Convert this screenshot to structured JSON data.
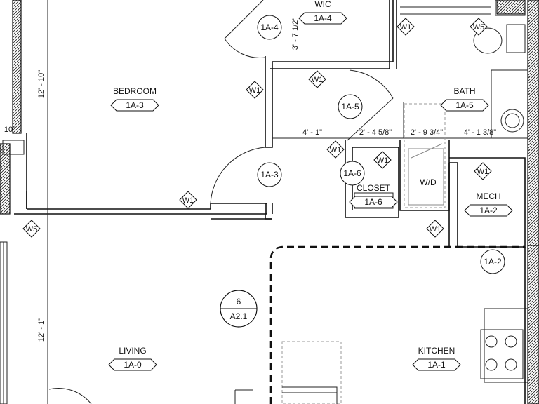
{
  "rooms": [
    {
      "key": "bedroom",
      "name": "BEDROOM",
      "tag": "1A-3"
    },
    {
      "key": "wic",
      "name": "WIC",
      "tag": "1A-4"
    },
    {
      "key": "bath",
      "name": "BATH",
      "tag": "1A-5"
    },
    {
      "key": "closet",
      "name": "CLOSET",
      "tag": "1A-6"
    },
    {
      "key": "mech",
      "name": "MECH",
      "tag": "1A-2"
    },
    {
      "key": "living",
      "name": "LIVING",
      "tag": "1A-0"
    },
    {
      "key": "kitchen",
      "name": "KITCHEN",
      "tag": "1A-1"
    }
  ],
  "door_tags": [
    "1A-4",
    "1A-5",
    "1A-3",
    "1A-6",
    "1A-2"
  ],
  "wall_tags": [
    "W1",
    "W5"
  ],
  "dimensions": [
    "3' - 7 1/2\"",
    "12' - 10\"",
    "12' - 1\"",
    "10\"",
    "4' - 1\"",
    "2' - 4 5/8\"",
    "2' - 9 3/4\"",
    "4' - 1 3/8\""
  ],
  "appliance_label": "W/D",
  "section_marker": {
    "number": "6",
    "sheet": "A2.1"
  }
}
